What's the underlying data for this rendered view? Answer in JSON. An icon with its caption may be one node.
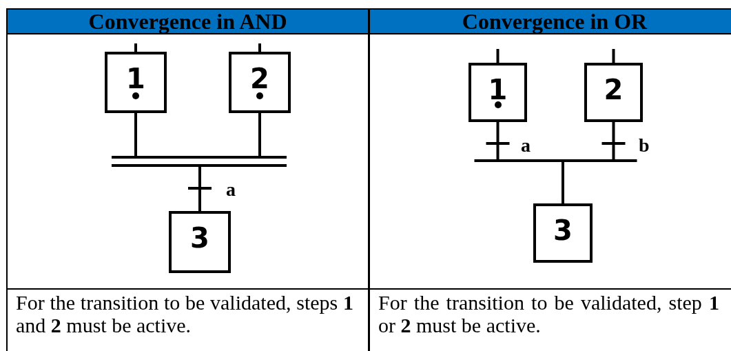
{
  "diagram": {
    "nodes": [
      {
        "text": [
          "1"
        ]
      },
      {
        "text": [
          "2"
        ]
      },
      {
        "text": [],
        "shape": "bar"
      },
      {
        "text": [
          "3"
        ]
      },
      {
        "text": [
          "1"
        ]
      },
      {
        "text": [
          "2"
        ]
      },
      {
        "text": [
          "3"
        ]
      }
    ],
    "edges": [
      {
        "from": null,
        "to": 0,
        "arrow": "none"
      },
      {
        "from": null,
        "to": 1,
        "arrow": "none"
      },
      {
        "from": 0,
        "to": 2,
        "arrow": "none"
      },
      {
        "from": 1,
        "to": 2,
        "arrow": "none"
      },
      {
        "from": 2,
        "to": 3,
        "arrow": "none",
        "label": "a"
      },
      {
        "from": null,
        "to": 4,
        "arrow": "none"
      },
      {
        "from": null,
        "to": 5,
        "arrow": "none"
      },
      {
        "from": 4,
        "to": 6,
        "arrow": "none",
        "label": "a"
      },
      {
        "from": 5,
        "to": 6,
        "arrow": "none",
        "label": "b"
      }
    ],
    "labels": [
      "Convergence in AND",
      "Convergence in OR",
      "For the transition to be validated, steps **1** and **2** must be active.",
      "For the transition to be validated, step **1** or **2** must be active."
    ]
  }
}
